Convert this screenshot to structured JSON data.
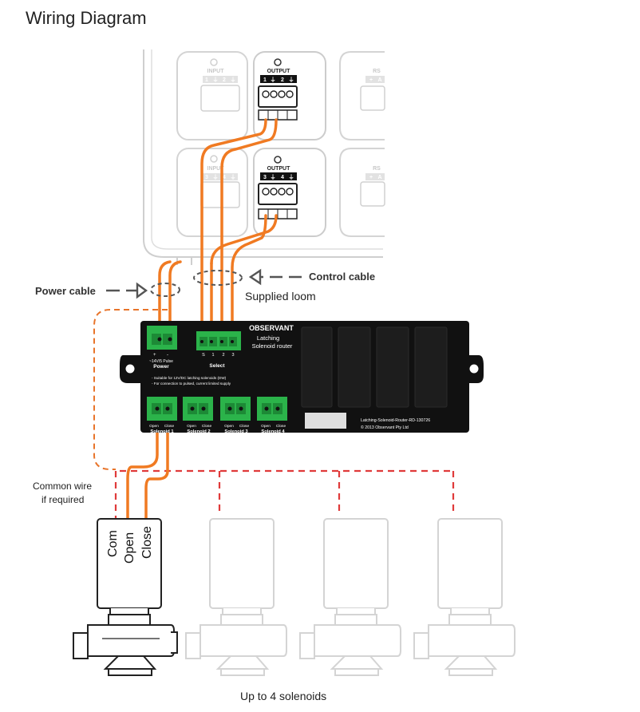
{
  "title": "Wiring Diagram",
  "labels": {
    "power_cable": "Power cable",
    "control_cable": "Control cable",
    "supplied_loom": "Supplied loom",
    "common_wire_line1": "Common wire",
    "common_wire_line2": "if required",
    "up_to_4": "Up to 4 solenoids"
  },
  "controller": {
    "input_label": "INPUT",
    "output_label": "OUTPUT",
    "rs_label": "RS",
    "top_input_ports": [
      "1",
      "⏚",
      "2",
      "⏚"
    ],
    "top_output_ports": [
      "1",
      "⏚",
      "2",
      "⏚"
    ],
    "bottom_input_ports": [
      "3",
      "⏚",
      "4",
      "⏚"
    ],
    "bottom_output_ports": [
      "3",
      "⏚",
      "4",
      "⏚"
    ],
    "rs_ports": [
      "+",
      "A"
    ]
  },
  "router": {
    "brand": "OBSERVANT",
    "name_line1": "Latching",
    "name_line2": "Solenoid router",
    "power_spec": "~14V/5 Pulse",
    "power_label": "Power",
    "power_pins": [
      "+",
      "-"
    ],
    "select_label": "Select",
    "select_pins": [
      "S",
      "1",
      "2",
      "3"
    ],
    "note_line1": "- Suitable for 12V/DC latching solenoids (DW)",
    "note_line2": "- For connection to pulsed, current limited supply",
    "model": "Latching-Solenoid-Router-RD-130726",
    "copyright": "© 2013 Observant Pty Ltd",
    "solenoid_labels": [
      "Solenoid 1",
      "Solenoid 2",
      "Solenoid 3",
      "Solenoid 4"
    ],
    "pin_open": "Open",
    "pin_close": "Close"
  },
  "solenoid": {
    "wire_labels": [
      "Com",
      "Open",
      "Close"
    ]
  },
  "colors": {
    "wire_orange": "#f07a22",
    "common_dashed": "#e8742a",
    "bus_dashed": "#e03a3a",
    "router_body": "#111111",
    "terminal_green": "#2bb34a",
    "ghost_gray": "#cfcfcf"
  }
}
